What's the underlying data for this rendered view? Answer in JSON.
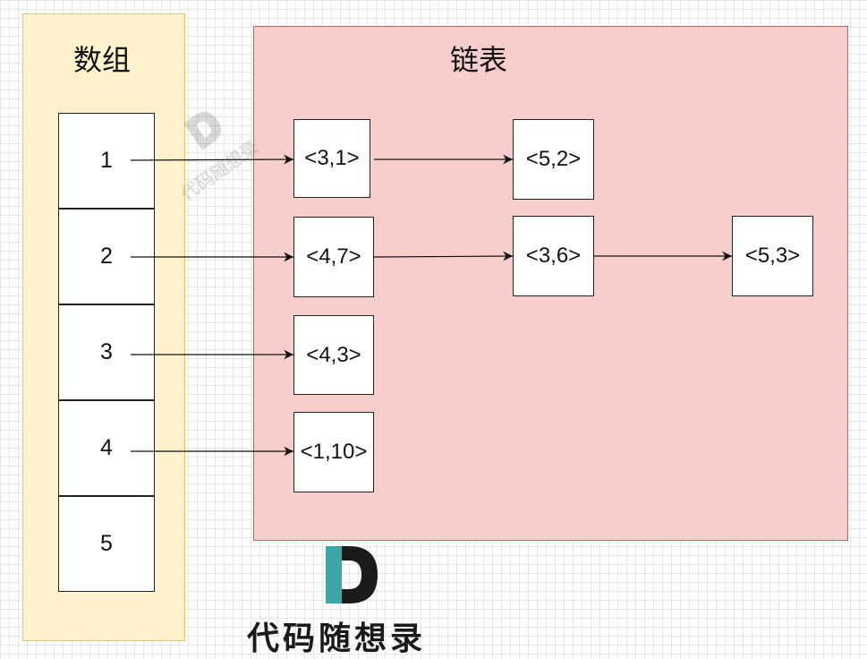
{
  "array": {
    "title": "数组",
    "cells": [
      "1",
      "2",
      "3",
      "4",
      "5"
    ]
  },
  "linked_list": {
    "title": "链表",
    "nodes": [
      "<3,1>",
      "<5,2>",
      "<4,7>",
      "<3,6>",
      "<5,3>",
      "<4,3>",
      "<1,10>"
    ]
  },
  "watermark": {
    "brand_text": "代码随想录"
  },
  "colors": {
    "array_fill": "#fff2cc",
    "array_border": "#e8c46a",
    "list_fill": "#f8cecc",
    "list_border": "#d05a5a",
    "logo_teal": "#3aa6a6"
  }
}
